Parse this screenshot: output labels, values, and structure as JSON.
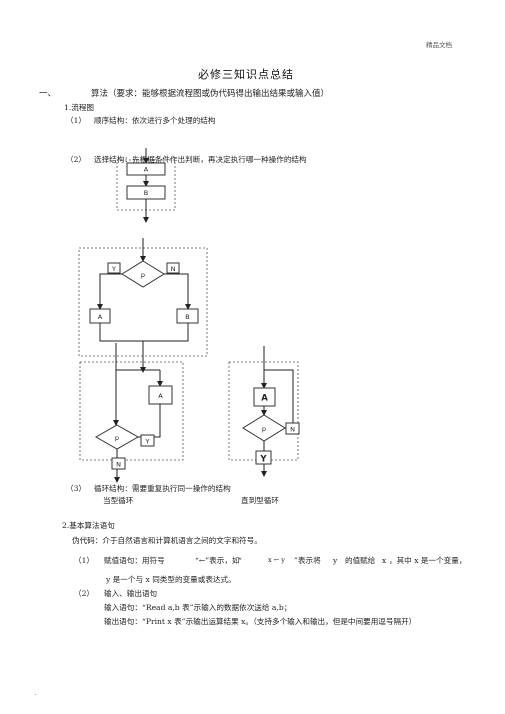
{
  "header": {
    "mark": "精品文档"
  },
  "title": "必修三知识点总结",
  "section1": {
    "num": "一、",
    "title": "算法（要求：能够根据流程图或伪代码得出输出结果或输入值）"
  },
  "flowchart": {
    "heading": "1.流程图",
    "seq": {
      "num": "（1）",
      "text": "顺序结构：依次进行多个处理的结构"
    },
    "sel": {
      "num": "（2）",
      "text": "选择结构：先根据条件作出判断，再决定执行哪一种操作的结构"
    },
    "loop": {
      "num": "（3）",
      "text": "循环结构：需要重复执行同一操作的结构",
      "while_label": "当型循环",
      "until_label": "直到型循环"
    },
    "diagram": {
      "seq_a": "A",
      "seq_b": "B",
      "sel_yes": "Y",
      "sel_p": "p",
      "sel_no": "N",
      "sel_a": "A",
      "sel_b": "B",
      "while_a": "A",
      "while_p": "p",
      "while_y": "Y",
      "while_n": "N",
      "until_a": "A",
      "until_p": "p",
      "until_n": "N",
      "until_y": "Y"
    }
  },
  "statements": {
    "heading": "2.基本算法语句",
    "pseudo": "伪代码：介于自然语言和计算机语言之间的文字和符号。",
    "assign": {
      "num": "（1）",
      "text1": "赋值语句：用符号",
      "arrow_quote": "“←”表示，如",
      "quote_open": "“",
      "formula": "x ← y",
      "text2": "”表示将",
      "var_y": "y",
      "text3": "的值赋给",
      "var_x": "x",
      "text4": "，其中 x 是一个变量，",
      "line2": "y 是一个与 x 同类型的变量或表达式。"
    },
    "io": {
      "num": "（2）",
      "title": "输入、输出语句",
      "input": "输入语句：“Read a,b 表”示输入的数据依次送给 a,b；",
      "output": "输出语句：“Print x 表”示输出运算结果 x。（支持多个输入和输出，但是中间要用逗号隔开）"
    }
  },
  "footer": {
    "mark": "."
  }
}
